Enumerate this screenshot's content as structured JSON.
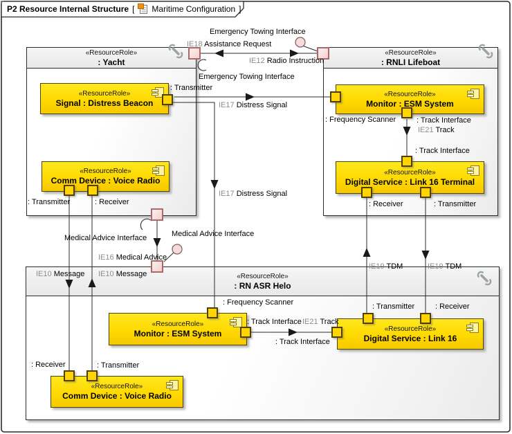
{
  "title": {
    "main": "P2 Resource Internal Structure",
    "open": "[",
    "context": "Maritime Configuration",
    "close": "]"
  },
  "containers": {
    "yacht": {
      "stereotype": "«ResourceRole»",
      "name": ": Yacht"
    },
    "lifeboat": {
      "stereotype": "«ResourceRole»",
      "name": ": RNLI Lifeboat"
    },
    "helo": {
      "stereotype": "«ResourceRole»",
      "name": ": RN ASR Helo"
    }
  },
  "blocks": {
    "beacon": {
      "stereotype": "«ResourceRole»",
      "name": "Signal : Distress Beacon"
    },
    "yachtRadio": {
      "stereotype": "«ResourceRole»",
      "name": "Comm Device : Voice Radio"
    },
    "lifeboatEsm": {
      "stereotype": "«ResourceRole»",
      "name": "Monitor : ESM System"
    },
    "terminal": {
      "stereotype": "«ResourceRole»",
      "name": "Digital Service : Link 16 Terminal"
    },
    "heloEsm": {
      "stereotype": "«ResourceRole»",
      "name": "Monitor : ESM System"
    },
    "link16": {
      "stereotype": "«ResourceRole»",
      "name": "Digital Service : Link 16"
    },
    "heloRadio": {
      "stereotype": "«ResourceRole»",
      "name": "Comm Device : Voice Radio"
    }
  },
  "ports": {
    "beaconTransmitter": ": Transmitter",
    "yachtRadioTransmitter": ": Transmitter",
    "yachtRadioReceiver": ": Receiver",
    "lifeboatEsmFreqScanner": ": Frequency Scanner",
    "lifeboatEsmTrack": ": Track Interface",
    "terminalTrack": ": Track Interface",
    "terminalReceiver": ": Receiver",
    "terminalTransmitter": ": Transmitter",
    "heloEsmFreqScanner": ": Frequency Scanner",
    "heloEsmTrack": ": Track Interface",
    "link16Track": ": Track Interface",
    "link16Transmitter": ": Transmitter",
    "link16Receiver": ": Receiver",
    "heloRadioReceiver": ": Receiver",
    "heloRadioTransmitter": ": Transmitter"
  },
  "flows": {
    "ie18": {
      "id": "IE18",
      "name": "Assistance Request"
    },
    "ie12": {
      "id": "IE12",
      "name": "Radio Instruction"
    },
    "ie17a": {
      "id": "IE17",
      "name": "Distress Signal"
    },
    "ie17b": {
      "id": "IE17",
      "name": "Distress Signal"
    },
    "ie16": {
      "id": "IE16",
      "name": "Medical Advice"
    },
    "ie10a": {
      "id": "IE10",
      "name": "Message"
    },
    "ie10b": {
      "id": "IE10",
      "name": "Message"
    },
    "ie21a": {
      "id": "IE21",
      "name": "Track"
    },
    "ie21b": {
      "id": "IE21",
      "name": "Track"
    },
    "ie19a": {
      "id": "IE19",
      "name": "TDM"
    },
    "ie19b": {
      "id": "IE19",
      "name": "TDM"
    }
  },
  "interfaces": {
    "towingTop": "Emergency Towing Interface",
    "towingMid": "Emergency Towing Interface",
    "medicalLeft": "Medical Advice Interface",
    "medicalRight": "Medical Advice Interface"
  },
  "colors": {
    "block_fill_top": "#FFE81F",
    "block_fill_bottom": "#F6C800",
    "block_border": "#4D4000",
    "port_yellow": "#FFD400",
    "boundary_port_pink": "#F6CFCF",
    "boundary_port_border": "#AA6A6A",
    "flow_id_gray": "#8C8C8C",
    "container_header": "#ECECEC",
    "wrench_gray": "#9AA4A4",
    "title_icon_orange": "#F29111"
  }
}
